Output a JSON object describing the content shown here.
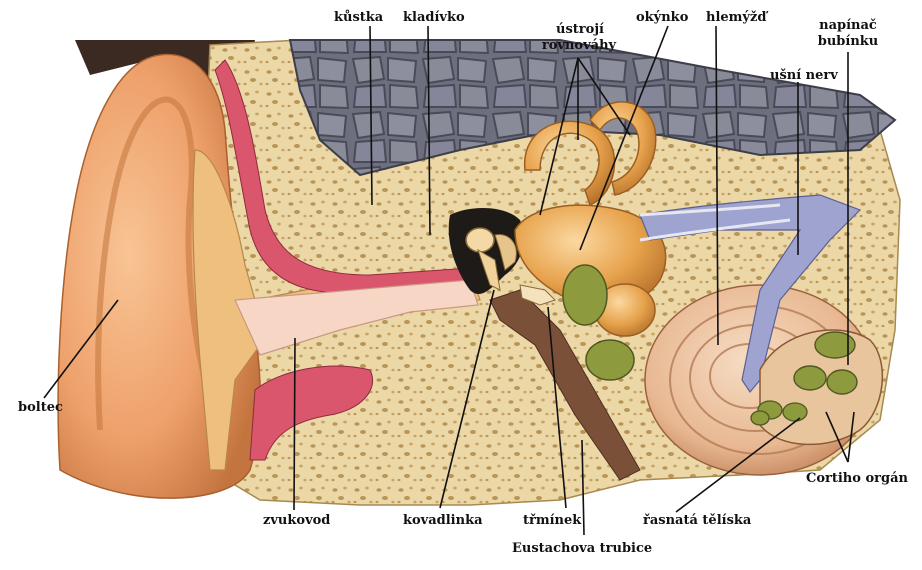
{
  "labels": {
    "kustka": "kůstka",
    "kladivko": "kladívko",
    "ustroji_line1": "ústrojí",
    "ustroji_line2": "rovnováhy",
    "okynko": "okýnko",
    "hlemyzd": "hlemýžď",
    "napinac_line1": "napínač",
    "napinac_line2": "bubínku",
    "usni_nerv": "ušní nerv",
    "boltec": "boltec",
    "zvukovod": "zvukovod",
    "kovadlinka": "kovadlinka",
    "trminek": "třmínek",
    "eustachova": "Eustachova trubice",
    "rasnata": "řasnatá tělíska",
    "cortiho": "Cortiho orgán"
  },
  "colors": {
    "skin": "#f0a468",
    "skin_dark": "#c26a36",
    "bone": "#ecd7a6",
    "bone_pore": "#b99657",
    "brain": "#7d7e8c",
    "muscle": "#d7556b",
    "canal": "#f6dad0",
    "labyrinth": "#e9a64a",
    "nerve": "#8c92bf",
    "olive": "#8e9a3e",
    "line": "#111111"
  }
}
